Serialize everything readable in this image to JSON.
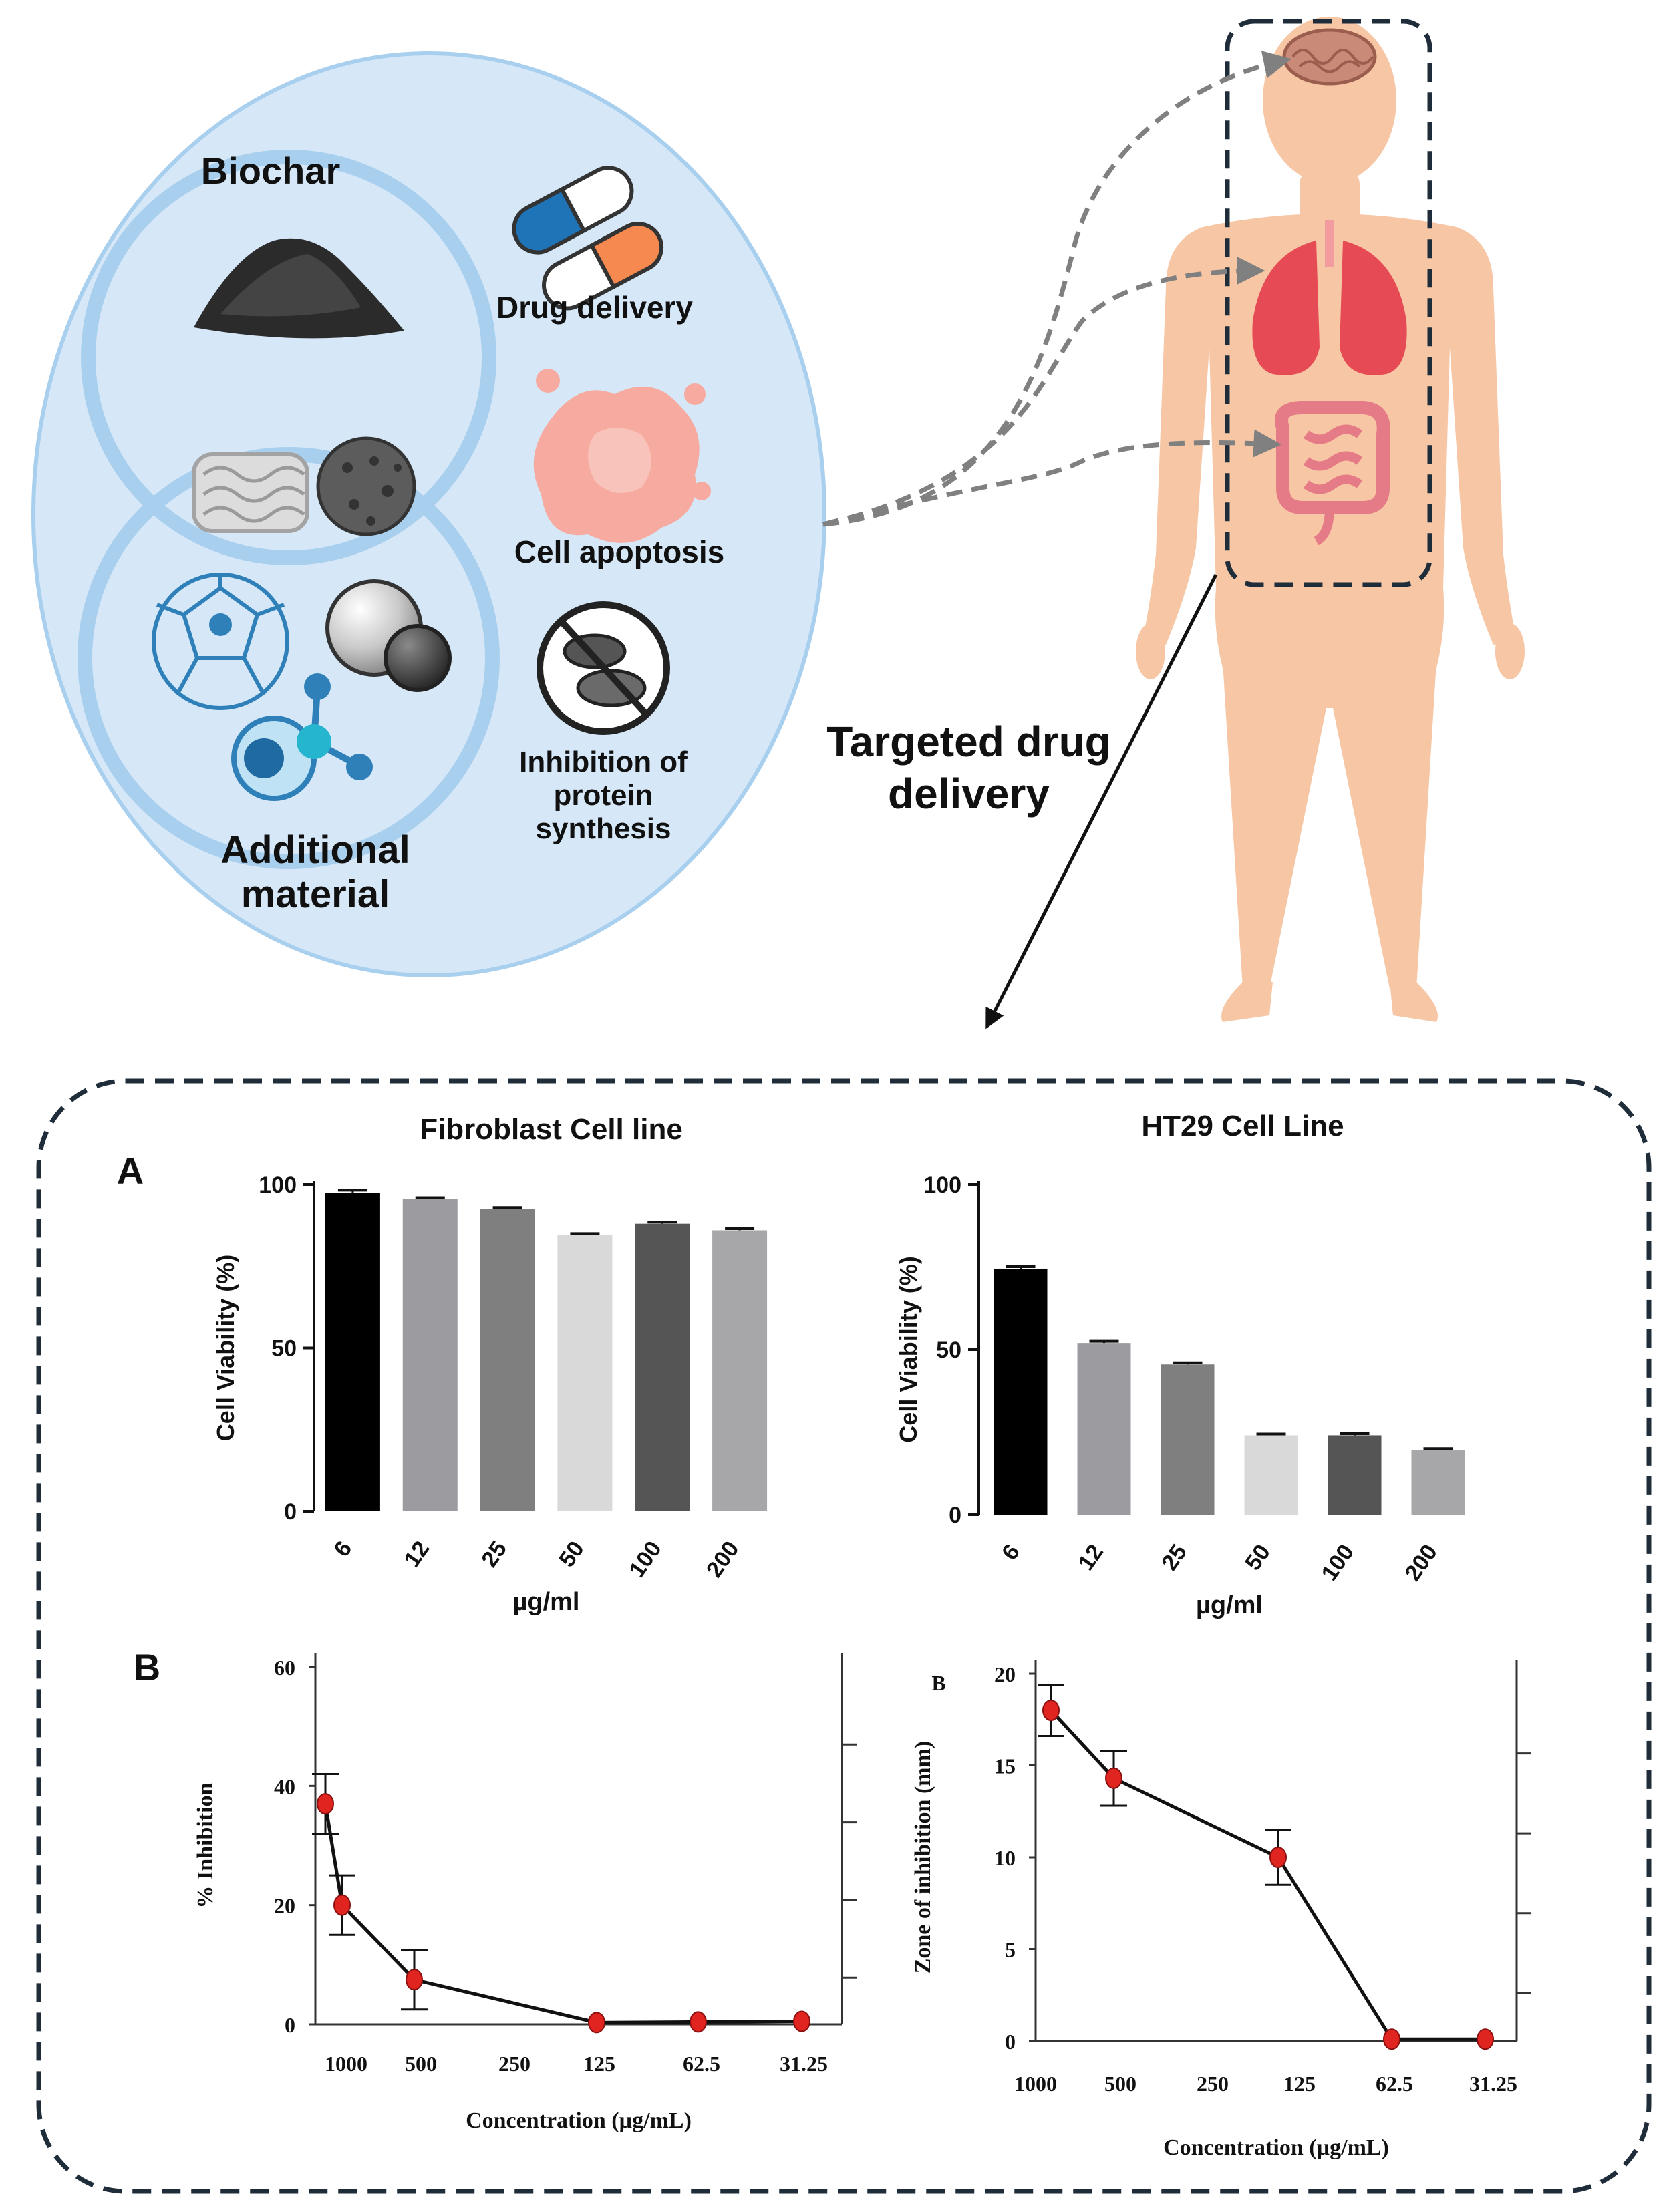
{
  "venn": {
    "biochar_label": "Biochar",
    "additional_label_line1": "Additional",
    "additional_label_line2": "material"
  },
  "applications": {
    "drug_delivery": "Drug delivery",
    "cell_apoptosis": "Cell apoptosis",
    "inhibition_line1": "Inhibition of",
    "inhibition_line2": "protein",
    "inhibition_line3": "synthesis"
  },
  "targeted": {
    "line1": "Targeted drug",
    "line2": "delivery"
  },
  "panel_labels": {
    "a": "A",
    "b": "B"
  },
  "colors": {
    "venn_fill": "#d6e8f8",
    "venn_ring": "#a9cfee",
    "skin": "#f7c6a5",
    "dash": "#1f2d3a",
    "marker": "#e0241f"
  },
  "chart_data": [
    {
      "type": "bar",
      "title": "Fibroblast Cell line",
      "categories": [
        "6",
        "12",
        "25",
        "50",
        "100",
        "200"
      ],
      "values": [
        97.5,
        95.5,
        92.5,
        84.5,
        88,
        86
      ],
      "errors": [
        0.8,
        0.5,
        0.5,
        0.5,
        0.5,
        0.5
      ],
      "colors": [
        "#000000",
        "#9c9ca0",
        "#7f7f7f",
        "#d9d9d9",
        "#555555",
        "#a7a7a9"
      ],
      "xlabel": "µg/ml",
      "ylabel": "Cell Viability (%)",
      "ylim": [
        0,
        100
      ],
      "yticks": [
        "0",
        "50",
        "100"
      ]
    },
    {
      "type": "bar",
      "title": "HT29 Cell Line",
      "categories": [
        "6",
        "12",
        "25",
        "50",
        "100",
        "200"
      ],
      "values": [
        74.5,
        52,
        45.5,
        24,
        24,
        19.5
      ],
      "errors": [
        0.6,
        0.5,
        0.5,
        0.4,
        0.5,
        0.5
      ],
      "colors": [
        "#000000",
        "#9c9ca0",
        "#7f7f7f",
        "#d9d9d9",
        "#555555",
        "#a7a7a9"
      ],
      "xlabel": "µg/ml",
      "ylabel": "Cell Viability (%)",
      "ylim": [
        0,
        100
      ],
      "yticks": [
        "0",
        "50",
        "100"
      ]
    },
    {
      "type": "line",
      "title": "",
      "xlabel": "Concentration (µg/mL)",
      "ylabel": "% Inhibition",
      "xticks": [
        "1000",
        "500",
        "250",
        "125",
        "62.5",
        "31.25"
      ],
      "ylim": [
        0,
        60
      ],
      "yticks": [
        "0",
        "20",
        "40",
        "60"
      ],
      "points": [
        {
          "x": 1050,
          "y": 37,
          "err": 5
        },
        {
          "x": 1000,
          "y": 20,
          "err": 5
        },
        {
          "x": 500,
          "y": 7.5,
          "err": 5
        },
        {
          "x": 125,
          "y": 0.3,
          "err": 0
        },
        {
          "x": 62.5,
          "y": 0.4,
          "err": 0
        },
        {
          "x": 31.25,
          "y": 0.5,
          "err": 0
        }
      ]
    },
    {
      "type": "line",
      "title": "B",
      "xlabel": "Concentration (µg/mL)",
      "ylabel": "Zone of inhibition (mm)",
      "xticks": [
        "1000",
        "500",
        "250",
        "125",
        "62.5",
        "31.25"
      ],
      "ylim": [
        0,
        20
      ],
      "yticks": [
        "0",
        "5",
        "10",
        "15",
        "20"
      ],
      "points": [
        {
          "x": 1000,
          "y": 18,
          "err": 1.4
        },
        {
          "x": 500,
          "y": 14.3,
          "err": 1.5
        },
        {
          "x": 125,
          "y": 10,
          "err": 1.5
        },
        {
          "x": 62.5,
          "y": 0.1,
          "err": 0
        },
        {
          "x": 31.25,
          "y": 0.1,
          "err": 0
        }
      ]
    }
  ]
}
